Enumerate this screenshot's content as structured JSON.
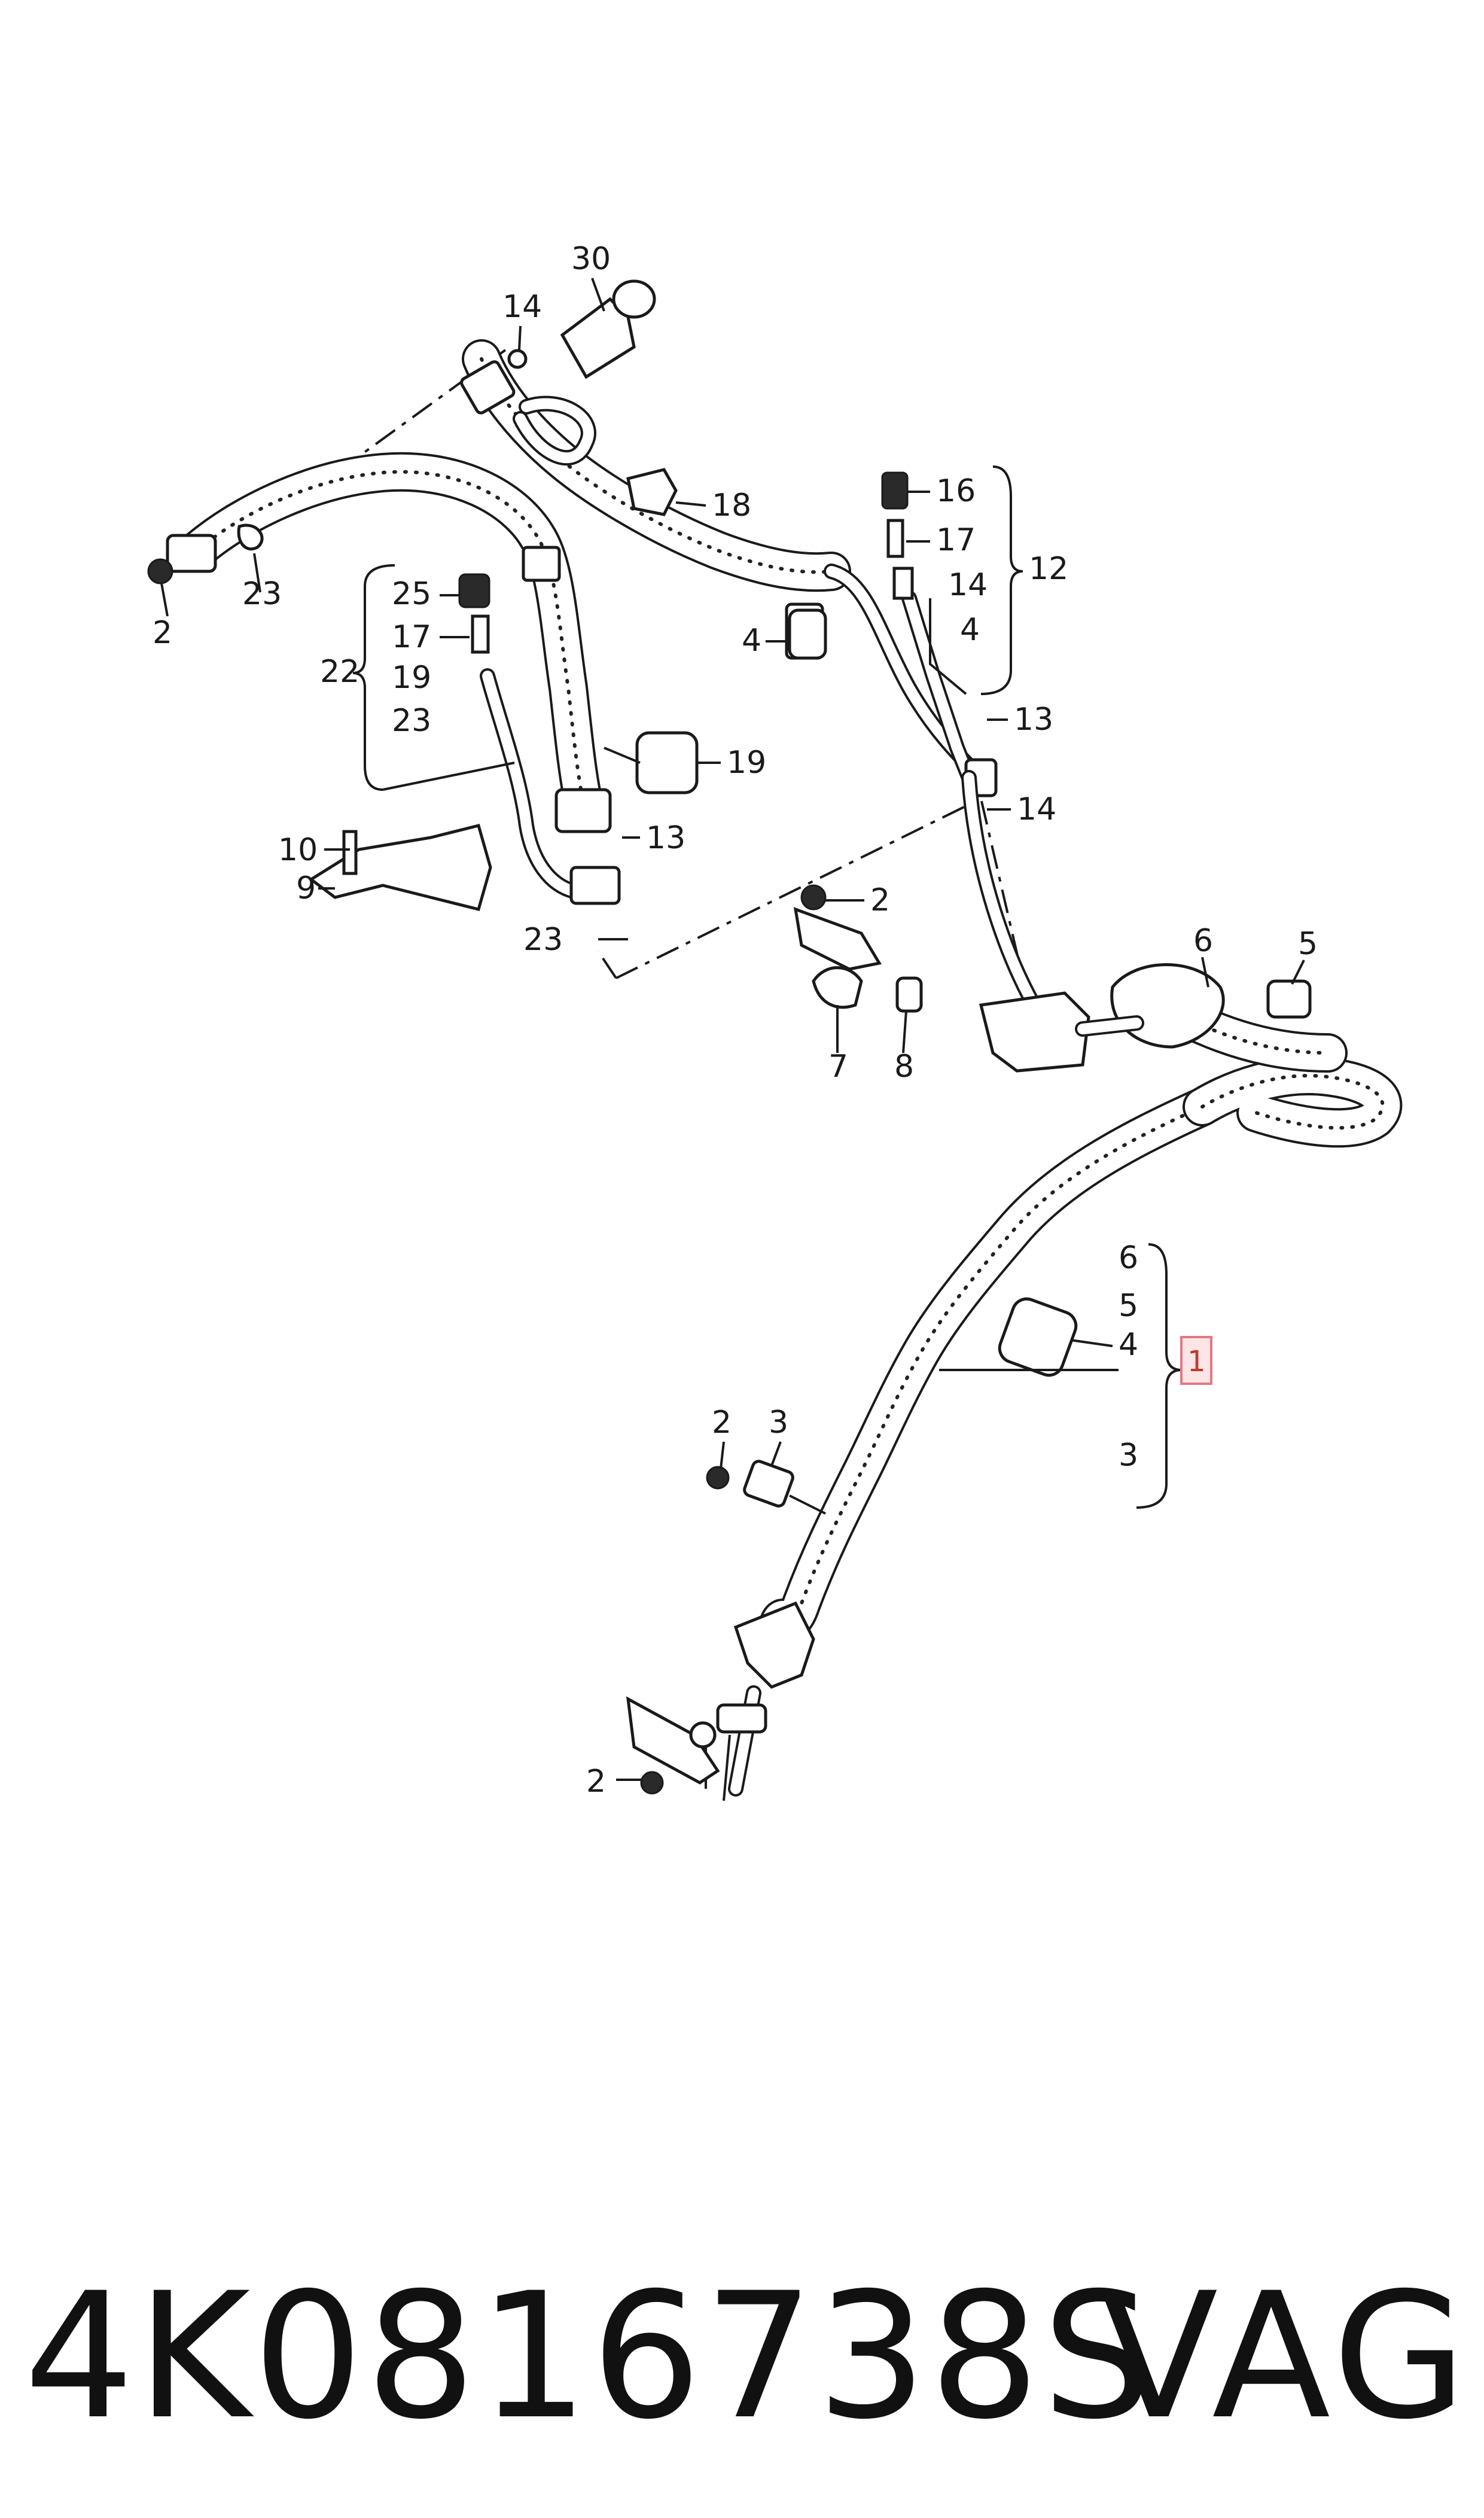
{
  "diagram": {
    "callouts": {
      "c30": "30",
      "c14a": "14",
      "c16": "16",
      "c17a": "17",
      "c12": "12",
      "c14b": "14",
      "c4a": "4",
      "c18": "18",
      "c2a": "2",
      "c23a": "23",
      "c25": "25",
      "c17b": "17",
      "c22": "22",
      "c19a": "19",
      "c23b": "23",
      "c19b": "19",
      "c4b": "4",
      "c13a": "13",
      "c14c": "14",
      "c10": "10",
      "c9": "9",
      "c13b": "13",
      "c23c": "23",
      "c2b": "2",
      "c6a": "6",
      "c5a": "5",
      "c7": "7",
      "c8": "8",
      "c6b": "6",
      "c5b": "5",
      "c4c": "4",
      "c3a": "3",
      "c2c": "2",
      "c3b": "3",
      "c2d": "2"
    },
    "highlighted_callout": "1"
  },
  "footer": {
    "part_number": "4K0816738S",
    "brand": "VAG"
  }
}
